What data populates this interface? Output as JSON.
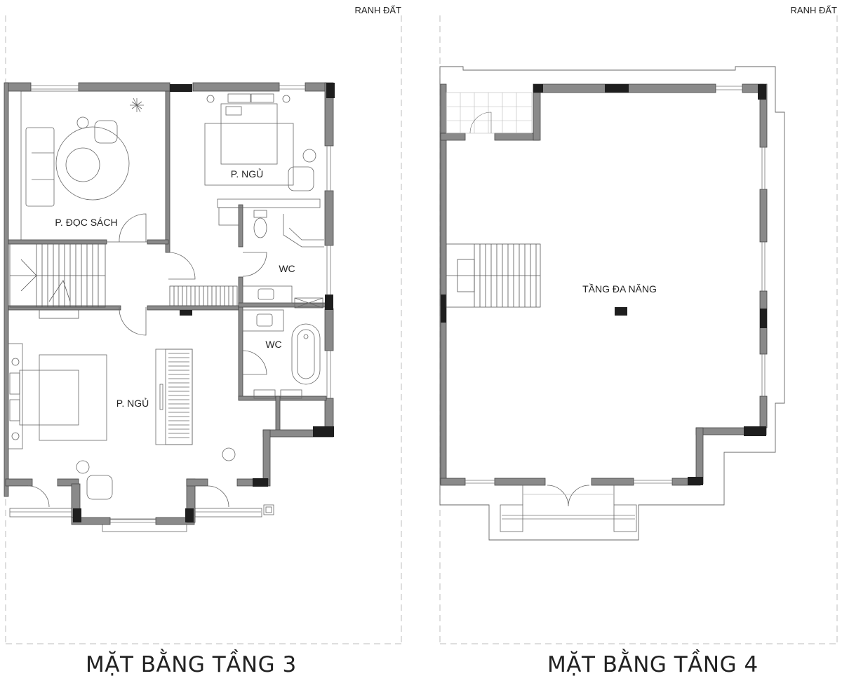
{
  "plans": [
    {
      "boundary_label": "RANH ĐẤT",
      "title": "MẶT BẰNG TẦNG 3",
      "rooms": [
        {
          "label": "P. ĐỌC SÁCH"
        },
        {
          "label": "P. NGỦ"
        },
        {
          "label": "WC"
        },
        {
          "label": "WC"
        },
        {
          "label": "P. NGỦ"
        }
      ]
    },
    {
      "boundary_label": "RANH ĐẤT",
      "title": "MẶT BẰNG TẦNG 4",
      "rooms": [
        {
          "label": "TẦNG ĐA NĂNG"
        }
      ]
    }
  ],
  "colors": {
    "wall": "#8a8a8a",
    "column": "#1e1e1e",
    "line": "#555555",
    "boundary": "#bdbdbd"
  }
}
